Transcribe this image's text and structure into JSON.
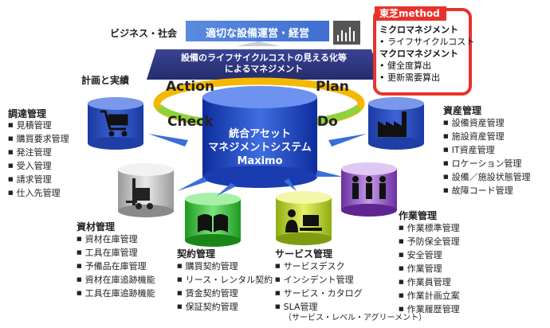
{
  "top": {
    "business_label": "ビジネス・社会",
    "business_box": "適切な設備運営・経営",
    "plan_label": "計画と実績",
    "lcc_line1": "設備のライフサイクルコストの見える化等",
    "lcc_line2": "によるマネジメント"
  },
  "method": {
    "title": "東芝method",
    "micro_heading": "ミクロマネジメント",
    "micro_items": [
      "ライフサイクルコスト"
    ],
    "macro_heading": "マクロマネジメント",
    "macro_items": [
      "健全度算出",
      "更新需要算出"
    ]
  },
  "pdca": {
    "action": "Action",
    "plan": "Plan",
    "check": "Check",
    "do": "Do"
  },
  "center": {
    "line1": "統合アセット",
    "line2": "マネジメントシステム",
    "line3": "Maximo"
  },
  "procurement": {
    "title": "調達管理",
    "items": [
      "見積管理",
      "購買要求管理",
      "発注管理",
      "受入管理",
      "請求管理",
      "仕入先管理"
    ]
  },
  "asset": {
    "title": "資産管理",
    "items": [
      "設備資産管理",
      "施設資産管理",
      "IT資産管理",
      "ロケーション管理",
      "設備／施設状態管理",
      "故障コード管理"
    ]
  },
  "material": {
    "title": "資材管理",
    "items": [
      "資材在庫管理",
      "工具在庫管理",
      "予備品在庫管理",
      "資材在庫追跡機能",
      "工具在庫追跡機能"
    ]
  },
  "contract": {
    "title": "契約管理",
    "items": [
      "購買契約管理",
      "リース・レンタル契約",
      "賃金契約管理",
      "保証契約管理"
    ]
  },
  "service": {
    "title": "サービス管理",
    "items": [
      "サービスデスク",
      "インシデント管理",
      "サービス・カタログ",
      "SLA管理"
    ],
    "note": "（サービス・レベル・アグリーメント）"
  },
  "work": {
    "title": "作業管理",
    "items": [
      "作業標準管理",
      "予防保全管理",
      "安全管理",
      "作業管理",
      "作業員管理",
      "作業計画立案",
      "作業履歴管理"
    ]
  },
  "colors": {
    "blue": "#1f4fa8",
    "navy": "#2b3680",
    "red": "#e8322c",
    "cylinder_blue": "#2747b8"
  }
}
